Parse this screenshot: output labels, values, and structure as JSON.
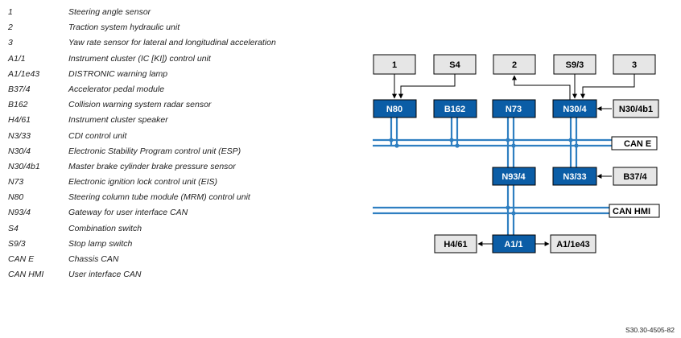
{
  "legend": [
    {
      "code": "1",
      "desc": "Steering angle sensor"
    },
    {
      "code": "2",
      "desc": "Traction system hydraulic unit"
    },
    {
      "code": "3",
      "desc": "Yaw rate sensor for lateral and longitudinal acceleration"
    },
    {
      "code": "A1/1",
      "desc": "Instrument cluster (IC [KI]) control unit"
    },
    {
      "code": "A1/1e43",
      "desc": "DISTRONIC warning lamp"
    },
    {
      "code": "B37/4",
      "desc": "Accelerator pedal module"
    },
    {
      "code": "B162",
      "desc": "Collision warning system radar sensor"
    },
    {
      "code": "H4/61",
      "desc": "Instrument cluster speaker"
    },
    {
      "code": "N3/33",
      "desc": "CDI control unit"
    },
    {
      "code": "N30/4",
      "desc": "Electronic Stability Program control unit (ESP)"
    },
    {
      "code": "N30/4b1",
      "desc": "Master brake cylinder brake pressure sensor"
    },
    {
      "code": "N73",
      "desc": "Electronic ignition lock control unit (EIS)"
    },
    {
      "code": "N80",
      "desc": "Steering column tube module (MRM) control unit"
    },
    {
      "code": "N93/4",
      "desc": "Gateway for user interface CAN"
    },
    {
      "code": "S4",
      "desc": "Combination switch"
    },
    {
      "code": "S9/3",
      "desc": "Stop lamp switch"
    },
    {
      "code": "CAN E",
      "desc": "Chassis CAN"
    },
    {
      "code": "CAN HMI",
      "desc": "User interface CAN"
    }
  ],
  "diagram": {
    "bus_can_e": "CAN E",
    "bus_can_hmi": "CAN HMI",
    "boxes": {
      "box_1": "1",
      "box_s4": "S4",
      "box_2": "2",
      "box_s93": "S9/3",
      "box_3": "3",
      "box_n80": "N80",
      "box_b162": "B162",
      "box_n73": "N73",
      "box_n304": "N30/4",
      "box_n304b1": "N30/4b1",
      "box_n934": "N93/4",
      "box_n333": "N3/33",
      "box_b374": "B37/4",
      "box_h461": "H4/61",
      "box_a11": "A1/1",
      "box_a11e43": "A1/1e43"
    },
    "colors": {
      "control_unit": "#0b5da6",
      "bus": "#2f7fc1",
      "peripheral": "#e6e6e6"
    }
  },
  "reference": "S30.30-4505-82"
}
